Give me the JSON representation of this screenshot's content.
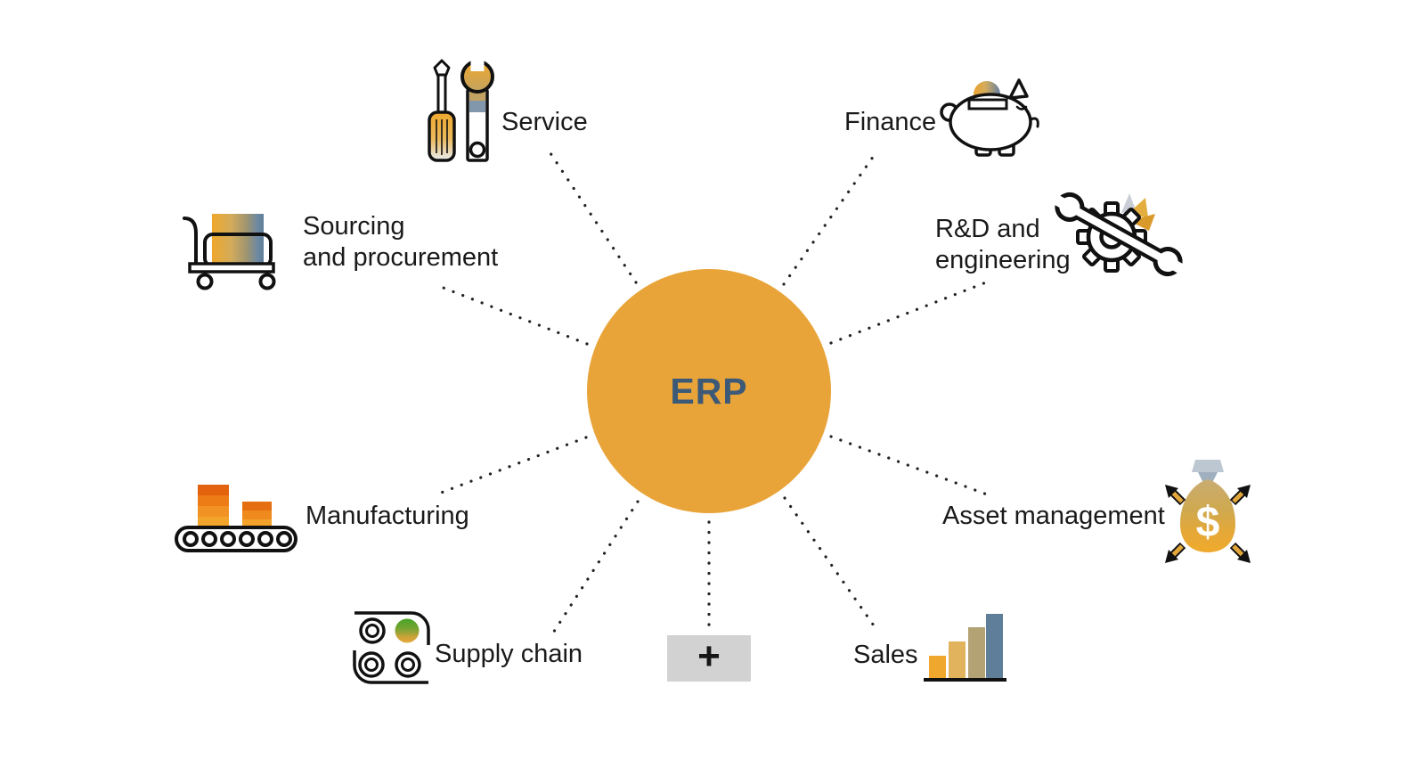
{
  "center": {
    "label": "ERP"
  },
  "nodes": {
    "service": {
      "label": "Service",
      "icon": "wrench-and-screwdriver-icon"
    },
    "finance": {
      "label": "Finance",
      "icon": "piggy-bank-coin-icon"
    },
    "sourcing": {
      "line1": "Sourcing",
      "line2": "and procurement",
      "icon": "hand-cart-box-icon"
    },
    "rnd": {
      "line1": "R&D and",
      "line2": "engineering",
      "icon": "gear-wrench-icon"
    },
    "manufacturing": {
      "label": "Manufacturing",
      "icon": "conveyor-belt-icon"
    },
    "asset": {
      "label": "Asset management",
      "icon": "money-bag-arrows-icon",
      "symbol": "$"
    },
    "supply": {
      "label": "Supply chain",
      "icon": "roller-belt-icon"
    },
    "sales": {
      "label": "Sales",
      "icon": "ascending-bar-chart-icon"
    },
    "more": {
      "label": "+",
      "icon": "plus-box"
    }
  },
  "colors": {
    "hub_fill": "#E9A439",
    "hub_text": "#3C5A77",
    "label_text": "#1A1A1A",
    "connector_dots": "#222222",
    "plus_box_bg": "#D2D2D2",
    "icon_gold": "#F0A72E",
    "icon_tan": "#B3A274",
    "icon_blue_gray": "#5E7E9A",
    "icon_green": "#52A828",
    "icon_orange": "#ED7C17"
  }
}
